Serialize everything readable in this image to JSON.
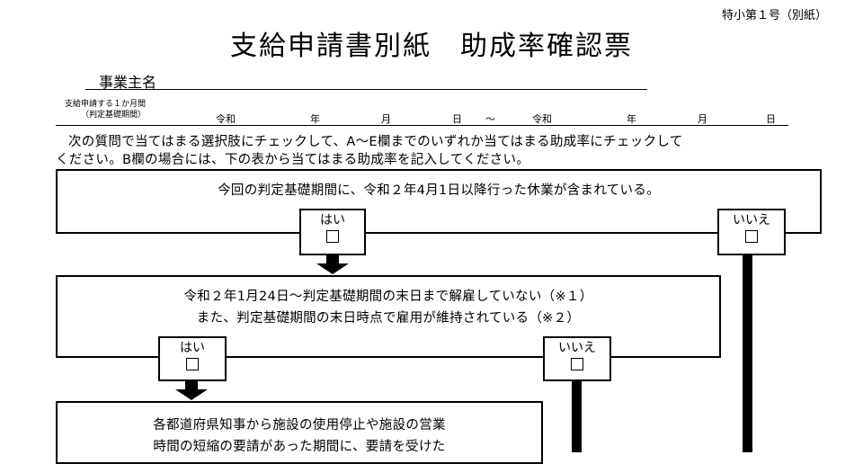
{
  "header": {
    "form_no": "特小第１号（別紙）",
    "title": "支給申請書別紙　助成率確認票",
    "employer_label": "事業主名"
  },
  "period": {
    "label_line1": "支給申請する１か月間",
    "label_line2": "（判定基礎期間）",
    "era1": "令和",
    "year1": "年",
    "month1": "月",
    "day1": "日",
    "tilde": "～",
    "era2": "令和",
    "year2": "年",
    "month2": "月",
    "day2": "日"
  },
  "instructions": {
    "line1": "次の質問で当てはまる選択肢にチェックして、A～E欄までのいずれか当てはまる助成率にチェックして",
    "line2": "ください。B欄の場合には、下の表から当てはまる助成率を記入してください。"
  },
  "q1": {
    "text": "今回の判定基礎期間に、令和２年4月1日以降行った休業が含まれている。",
    "yes": "はい",
    "no": "いいえ"
  },
  "q2": {
    "line1": "令和２年1月24日～判定基礎期間の末日まで解雇していない（※１）",
    "line2": "また、判定基礎期間の末日時点で雇用が維持されている（※２）",
    "yes": "はい",
    "no": "いいえ"
  },
  "q3": {
    "line1": "各都道府県知事から施設の使用停止や施設の営業",
    "line2": "時間の短縮の要請があった期間に、要請を受けた"
  },
  "checkbox_symbol": "□"
}
